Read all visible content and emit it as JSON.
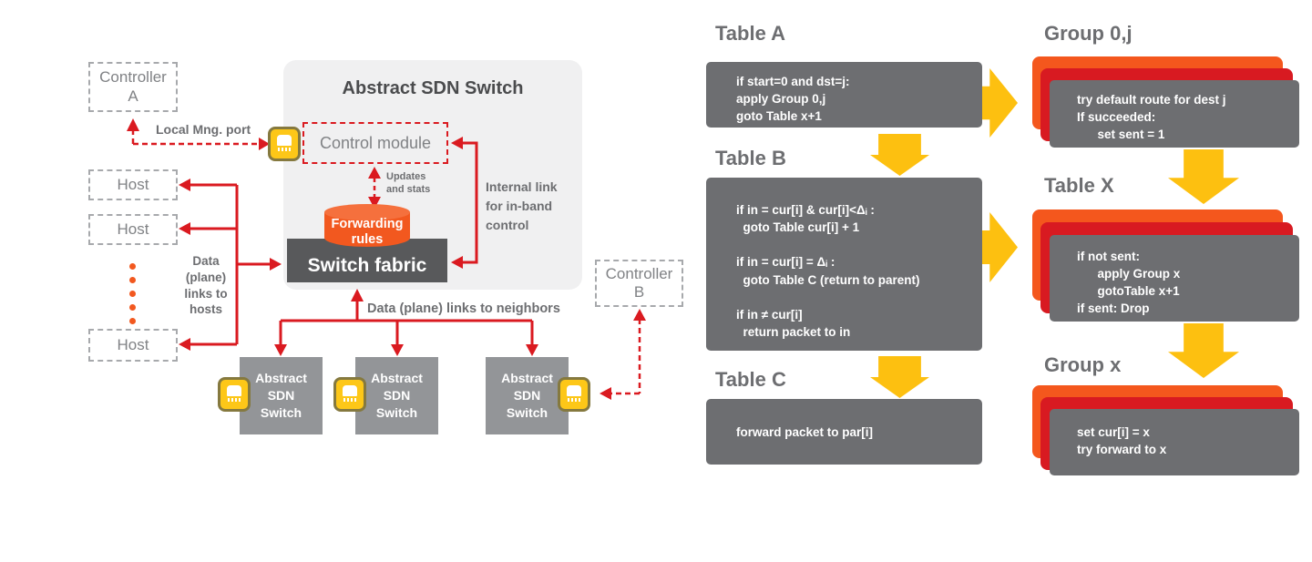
{
  "colors": {
    "red_line": "#da1a20",
    "yellow_arrow": "#fdc010",
    "icon_yellow": "#fdc718",
    "orange": "#f4571d",
    "stack_red": "#d81a21",
    "box_gray": "#6d6e71",
    "dark_gray": "#58595b",
    "switch_gray": "#939598",
    "panel_gray": "#f0f0f1",
    "label_gray": "#808285"
  },
  "left": {
    "controller_a": "Controller\nA",
    "controller_b": "Controller\nB",
    "hosts": [
      "Host",
      "Host",
      "Host"
    ],
    "local_mng_port": "Local Mng. port",
    "panel_title": "Abstract SDN Switch",
    "control_module": "Control module",
    "updates_and_stats": "Updates\nand stats",
    "forwarding_rules": "Forwarding\nrules",
    "switch_fabric": "Switch fabric",
    "internal_link": "Internal link\nfor in-band\ncontrol",
    "data_links_hosts": "Data\n(plane)\nlinks to\nhosts",
    "data_links_neighbors": "Data (plane) links to neighbors",
    "neighbor_switch": "Abstract\nSDN\nSwitch"
  },
  "flow": {
    "table_a": {
      "title": "Table A",
      "body": "if start=0 and dst=j:\napply Group 0,j\ngoto Table x+1"
    },
    "table_b": {
      "title": "Table B",
      "body": "if in = cur[i] & cur[i]<Δᵢ :\n  goto Table cur[i] + 1\n\nif in = cur[i] = Δᵢ :\n  goto Table C (return to parent)\n\nif in ≠ cur[i]\n  return packet to in"
    },
    "table_c": {
      "title": "Table C",
      "body": "forward packet to par[i]"
    },
    "group_0j": {
      "title": "Group 0,j",
      "body": "try default route for dest j\nIf succeeded:\n      set sent = 1"
    },
    "table_x": {
      "title": "Table X",
      "body": "if not sent:\n      apply Group x\n      gotoTable x+1\nif sent: Drop"
    },
    "group_x": {
      "title": "Group x",
      "body": "set cur[i] = x\ntry forward to x"
    }
  }
}
